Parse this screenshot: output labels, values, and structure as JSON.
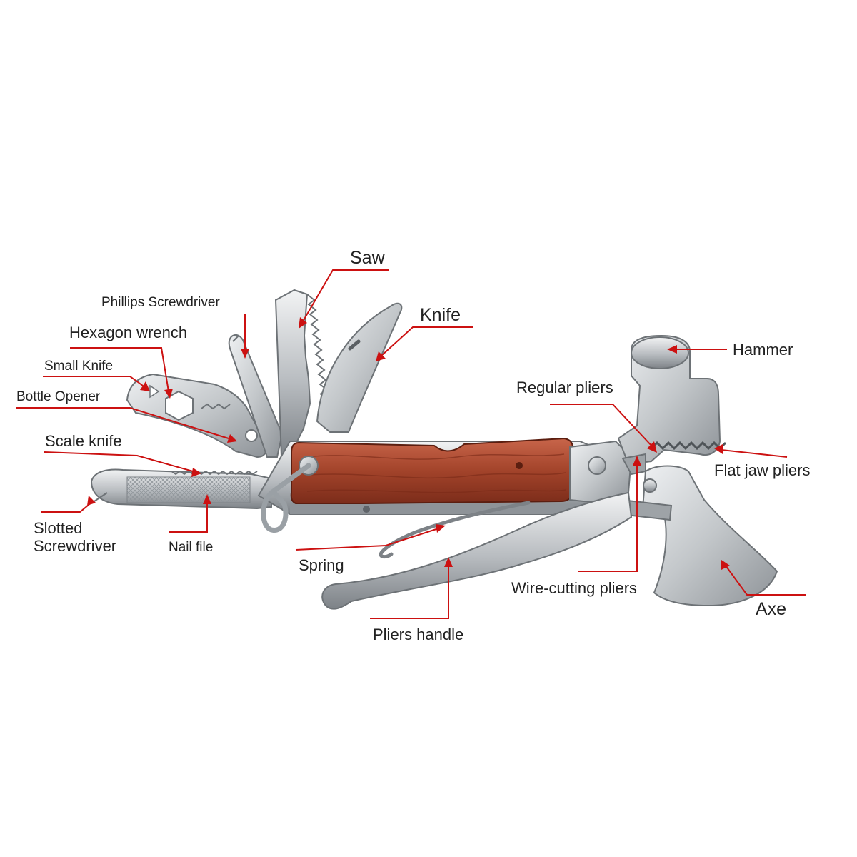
{
  "diagram": {
    "colors": {
      "background": "#ffffff",
      "leader_line": "#cc1111",
      "text": "#222222",
      "wood": "#9e3f26",
      "steel": "#bfc3c6"
    },
    "labels": {
      "saw": "Saw",
      "phillips_screwdriver": "Phillips Screwdriver",
      "hexagon_wrench": "Hexagon wrench",
      "knife": "Knife",
      "small_knife": "Small Knife",
      "bottle_opener": "Bottle Opener",
      "scale_knife": "Scale knife",
      "slotted_screwdriver_line1": "Slotted",
      "slotted_screwdriver_line2": "Screwdriver",
      "nail_file": "Nail file",
      "spring": "Spring",
      "pliers_handle": "Pliers handle",
      "hammer": "Hammer",
      "regular_pliers": "Regular pliers",
      "flat_jaw_pliers": "Flat jaw pliers",
      "wire_cutting_pliers": "Wire-cutting pliers",
      "axe": "Axe"
    }
  }
}
